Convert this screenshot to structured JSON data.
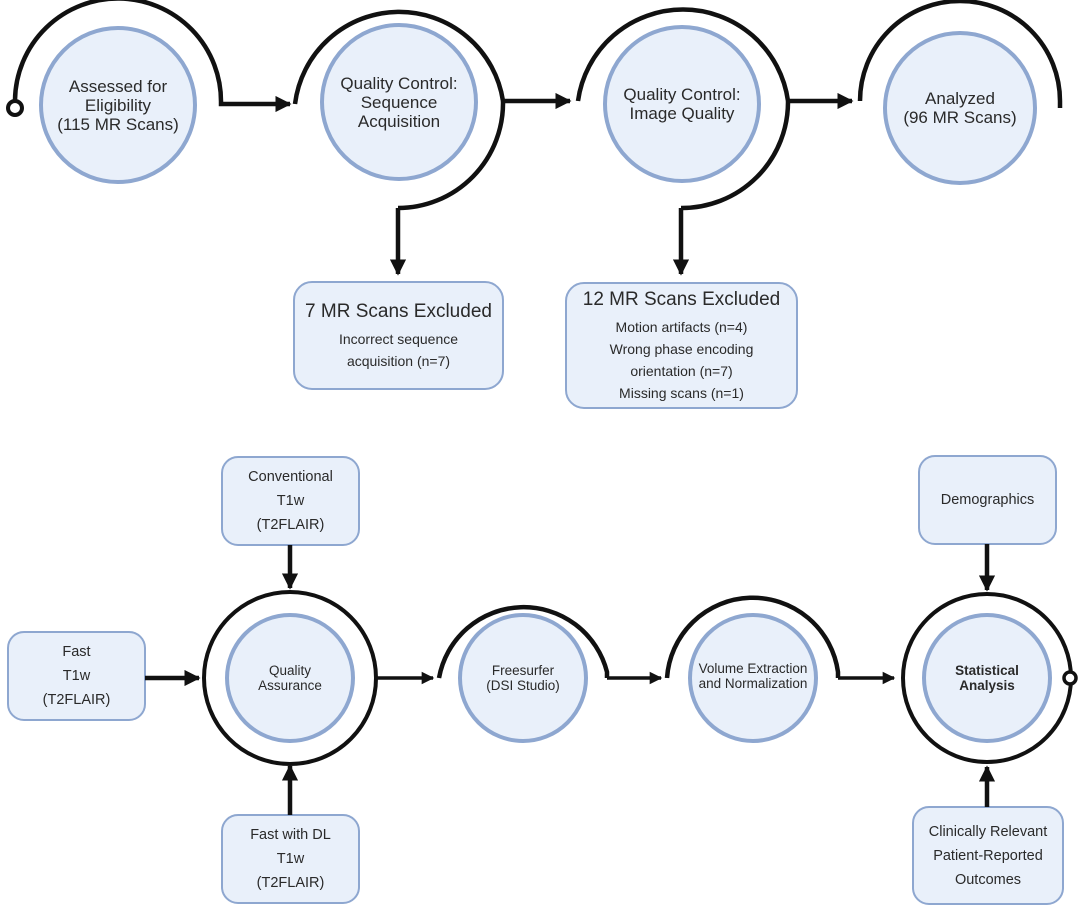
{
  "top_flow": {
    "steps": [
      {
        "lines": [
          "Assessed for",
          "Eligibility",
          "(115 MR Scans)"
        ]
      },
      {
        "lines": [
          "Quality Control:",
          "Sequence",
          "Acquisition"
        ]
      },
      {
        "lines": [
          "Quality Control:",
          "Image Quality"
        ]
      },
      {
        "lines": [
          "Analyzed",
          "(96 MR Scans)"
        ]
      }
    ],
    "exclusions": [
      {
        "title": "7 MR Scans Excluded",
        "lines": [
          "Incorrect sequence",
          "acquisition (n=7)"
        ]
      },
      {
        "title": "12 MR Scans Excluded",
        "lines": [
          "Motion artifacts (n=4)",
          "Wrong phase encoding",
          "orientation (n=7)",
          "Missing scans (n=1)"
        ]
      }
    ]
  },
  "bottom_flow": {
    "steps": [
      {
        "lines": [
          "Quality",
          "Assurance"
        ]
      },
      {
        "lines": [
          "Freesurfer",
          "(DSI Studio)"
        ]
      },
      {
        "lines": [
          "Volume Extraction",
          "and Normalization"
        ]
      },
      {
        "lines": [
          "Statistical",
          "Analysis"
        ]
      }
    ],
    "inputs": {
      "conventional": {
        "lines": [
          "Conventional",
          "T1w",
          "(T2FLAIR)"
        ]
      },
      "fast": {
        "lines": [
          "Fast",
          "T1w",
          "(T2FLAIR)"
        ]
      },
      "fast_dl": {
        "lines": [
          "Fast with DL",
          "T1w",
          "(T2FLAIR)"
        ]
      },
      "demographics": {
        "lines": [
          "Demographics"
        ]
      },
      "clinical": {
        "lines": [
          "Clinically Relevant",
          "Patient-Reported",
          "Outcomes"
        ]
      }
    }
  },
  "colors": {
    "circle_fill": "#e9f0fa",
    "circle_stroke": "#8ea7d0",
    "box_fill": "#e9f0fa",
    "box_stroke": "#8ea7d0",
    "line": "#111111"
  }
}
